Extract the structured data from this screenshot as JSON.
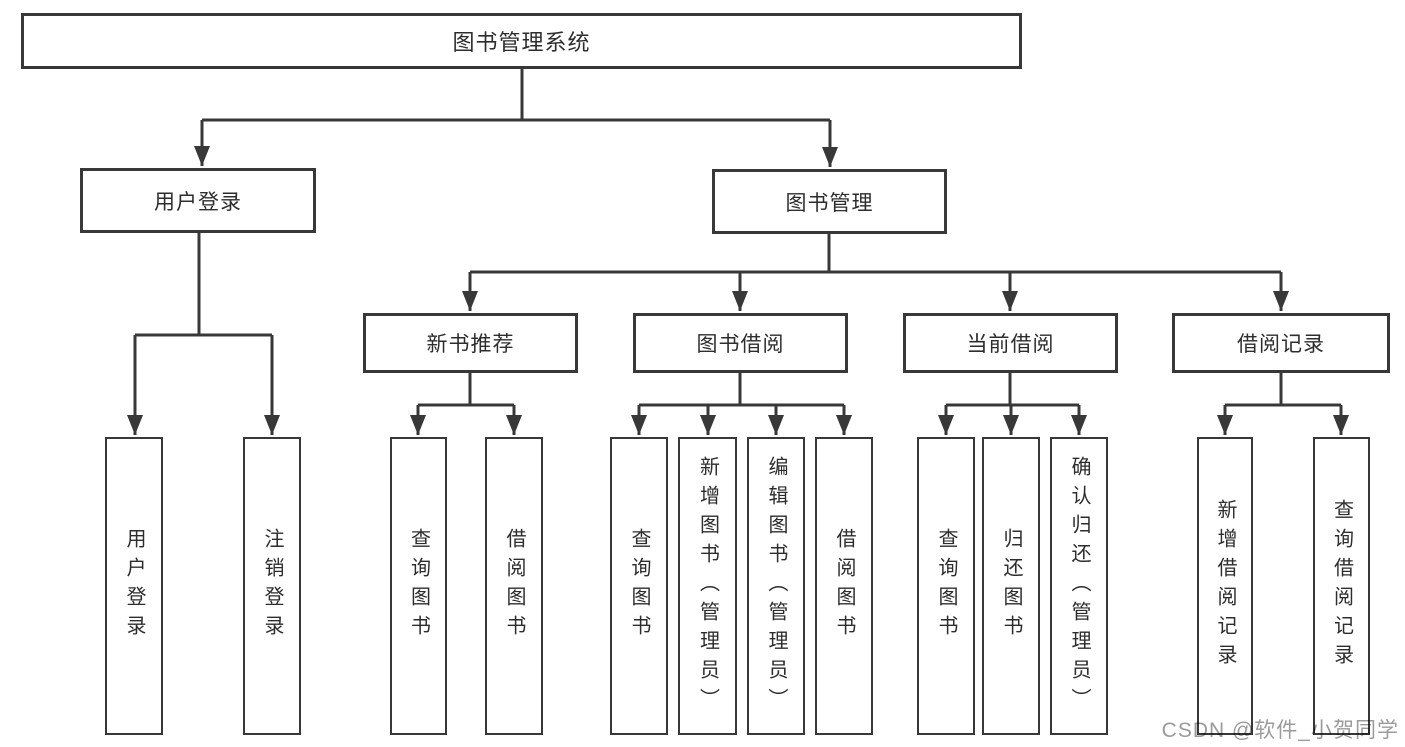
{
  "diagram": {
    "tree": {
      "label": "图书管理系统",
      "children": [
        {
          "label": "用户登录",
          "children": [
            {
              "label": "用户登录"
            },
            {
              "label": "注销登录"
            }
          ]
        },
        {
          "label": "图书管理",
          "children": [
            {
              "label": "新书推荐",
              "children": [
                {
                  "label": "查询图书"
                },
                {
                  "label": "借阅图书"
                }
              ]
            },
            {
              "label": "图书借阅",
              "children": [
                {
                  "label": "查询图书"
                },
                {
                  "label": "新增图书（管理员）"
                },
                {
                  "label": "编辑图书（管理员）"
                },
                {
                  "label": "借阅图书"
                }
              ]
            },
            {
              "label": "当前借阅",
              "children": [
                {
                  "label": "查询图书"
                },
                {
                  "label": "归还图书"
                },
                {
                  "label": "确认归还（管理员）"
                }
              ]
            },
            {
              "label": "借阅记录",
              "children": [
                {
                  "label": "新增借阅记录"
                },
                {
                  "label": "查询借阅记录"
                }
              ]
            }
          ]
        }
      ]
    },
    "colors": {
      "line": "#383838",
      "box_border": "#383838",
      "text": "#2d2d2d",
      "watermark": "#9b9b9b",
      "background": "#ffffff"
    }
  },
  "watermark": {
    "text": "CSDN @软件_小贺同学"
  }
}
